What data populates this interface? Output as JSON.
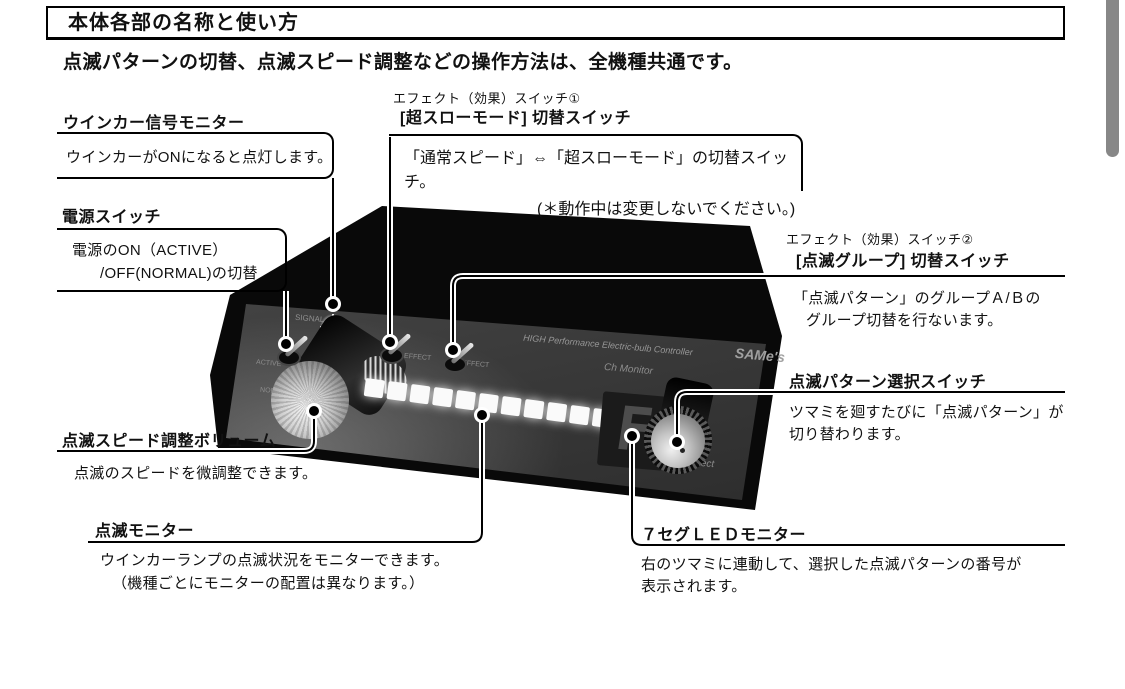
{
  "header": {
    "title": "本体各部の名称と使い方",
    "subtitle": "点滅パターンの切替、点滅スピード調整などの操作方法は、全機種共通です。"
  },
  "callouts": {
    "winker": {
      "label": "ウインカー信号モニター",
      "desc": "ウインカーがONになると点灯します。"
    },
    "power": {
      "label": "電源スイッチ",
      "desc_line1": "電源のON（ACTIVE）",
      "desc_line2": "/OFF(NORMAL)の切替"
    },
    "effect1": {
      "heading_small": "エフェクト（効果）スイッチ①",
      "heading_main": "[超スローモード] 切替スイッチ",
      "desc_line1": "「通常スピード」⇔「超スローモード」の切替スイッチ。",
      "desc_line2": "(＊動作中は変更しないでください。)"
    },
    "effect2": {
      "heading_small": "エフェクト（効果）スイッチ②",
      "heading_main": "[点滅グループ] 切替スイッチ",
      "desc_line1": "「点滅パターン」のグループＡ/Ｂの",
      "desc_line2": "グループ切替を行ないます。"
    },
    "pattern": {
      "label": "点滅パターン選択スイッチ",
      "desc_line1": "ツマミを廻すたびに「点滅パターン」が",
      "desc_line2": "切り替わります。"
    },
    "volume": {
      "label": "点滅スピード調整ボリューム",
      "desc": "点滅のスピードを微調整できます。"
    },
    "blink_monitor": {
      "label": "点滅モニター",
      "desc_line1": "ウインカーランプの点滅状況をモニターできます。",
      "desc_line2": "（機種ごとにモニターの配置は異なります。）"
    },
    "seg_monitor": {
      "label": "７セグＬＥＤモニター",
      "desc_line1": "右のツマミに連動して、選択した点滅パターンの番号が",
      "desc_line2": "表示されます。"
    }
  },
  "device": {
    "display_value": "F",
    "led_count": 11,
    "panel_texts": {
      "signal": "SIGNAL",
      "active": "ACTIVE",
      "normal": "NORMAL",
      "effect1": "EFFECT",
      "effect2": "EFFECT",
      "brand": "HIGH Performance Electric-bulb Controller",
      "logo": "SAMe's",
      "ch_monitor": "Ch Monitor",
      "select": "select"
    }
  },
  "colors": {
    "line": "#000000",
    "panel_gray": "#3c3c3c",
    "led_white": "#fafafa",
    "scrollbar": "#878787"
  }
}
